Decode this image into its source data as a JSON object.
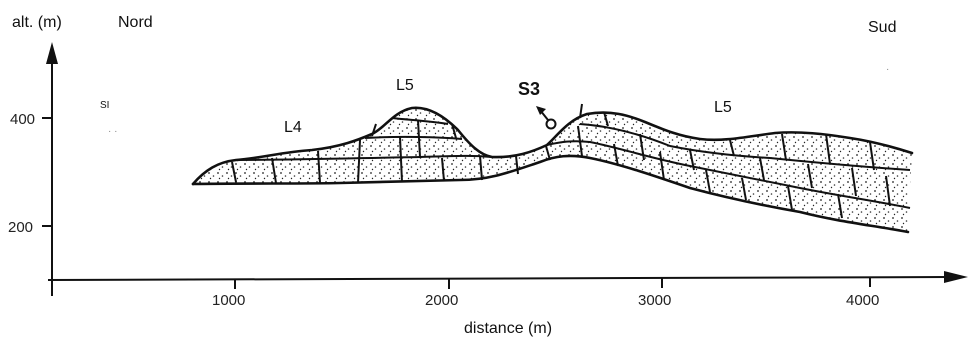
{
  "axes": {
    "y_label": "alt. (m)",
    "x_label": "distance (m)",
    "y_ticks": [
      "400",
      "200"
    ],
    "x_ticks": [
      "1000",
      "2000",
      "3000",
      "4000"
    ]
  },
  "directions": {
    "left": "Nord",
    "right": "Sud"
  },
  "units": {
    "L4": "L4",
    "L5_left": "L5",
    "L5_right": "L5"
  },
  "station": "S3",
  "marks": {
    "left_small": "SI"
  }
}
